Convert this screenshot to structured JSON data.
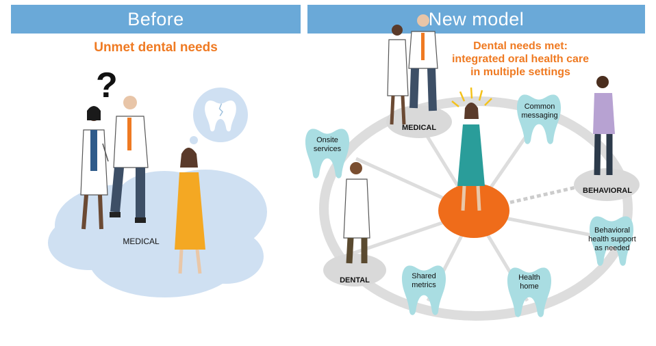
{
  "before": {
    "banner": "Before",
    "title": "Unmet dental needs",
    "cloud_label": "MEDICAL",
    "question_mark": "?"
  },
  "new_model": {
    "banner": "New model",
    "title_lines": [
      "Dental needs met:",
      "integrated oral health care",
      "in multiple settings"
    ],
    "nodes": {
      "medical": "MEDICAL",
      "dental": "DENTAL",
      "behavioral": "BEHAVIORAL"
    },
    "teeth": {
      "onsite": [
        "Onsite",
        "services"
      ],
      "common": [
        "Common",
        "messaging"
      ],
      "shared": [
        "Shared",
        "metrics"
      ],
      "health_home": [
        "Health",
        "home"
      ],
      "behavioral_support": [
        "Behavioral",
        "health support",
        "as needed"
      ]
    }
  },
  "colors": {
    "banner": "#6aa9d8",
    "accent": "#ef7a22",
    "cloud": "#cfe0f2",
    "tooth": "#a9dde2",
    "node": "#d9d9d9",
    "ring": "#dddddd",
    "patient_before_gown": "#f4a823",
    "patient_after_gown": "#2a9d9a",
    "hub": "#ef6c1a"
  }
}
